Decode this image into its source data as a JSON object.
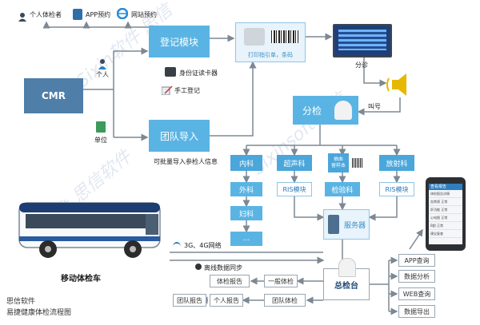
{
  "top": {
    "personal": "个人体检者",
    "app": "APP预约",
    "web": "网站预约"
  },
  "cmr": "CMR",
  "register": "登记模块",
  "person": "个人",
  "unit": "单位",
  "id_reader": "身份证读卡器",
  "manual": "手工登记",
  "team_import": "团队导入",
  "team_import_note": "可批量导入参检人信息",
  "print": "打印指引单，条码",
  "triage": "分诊",
  "call": "叫号",
  "exam": "分检",
  "departments": {
    "internal": "内科",
    "ultrasound": "超声科",
    "sampling": "抽血\n留样本",
    "radiology": "放射科",
    "surgery": "外科",
    "ris1": "RIS模块",
    "lab": "检验科",
    "ris2": "RIS模块",
    "gyn": "妇科",
    "more": "..."
  },
  "server": "服务器",
  "network": "3G、4G网络",
  "offline": "离线数据同步",
  "bus": "移动体检车",
  "console": "总检台",
  "reports": {
    "exam_report": "体检报告",
    "general": "一般体检",
    "team_report": "团队报告",
    "personal_report": "个人报告",
    "team_exam": "团队体检"
  },
  "right_outputs": [
    "APP查询",
    "数据分析",
    "WEB查询",
    "数据导出"
  ],
  "footer": {
    "company": "思信软件",
    "title": "易捷健康体检流程图"
  },
  "phone": {
    "header": "查看报告",
    "lines": [
      "体检报告详情",
      "血常规 正常",
      "肝功能 正常",
      "心电图 正常",
      "B超 正常",
      "建议复查"
    ]
  },
  "colors": {
    "box_blue": "#5ab4e3",
    "outline_blue": "#8fc6e6",
    "line_gray": "#7d8893"
  }
}
